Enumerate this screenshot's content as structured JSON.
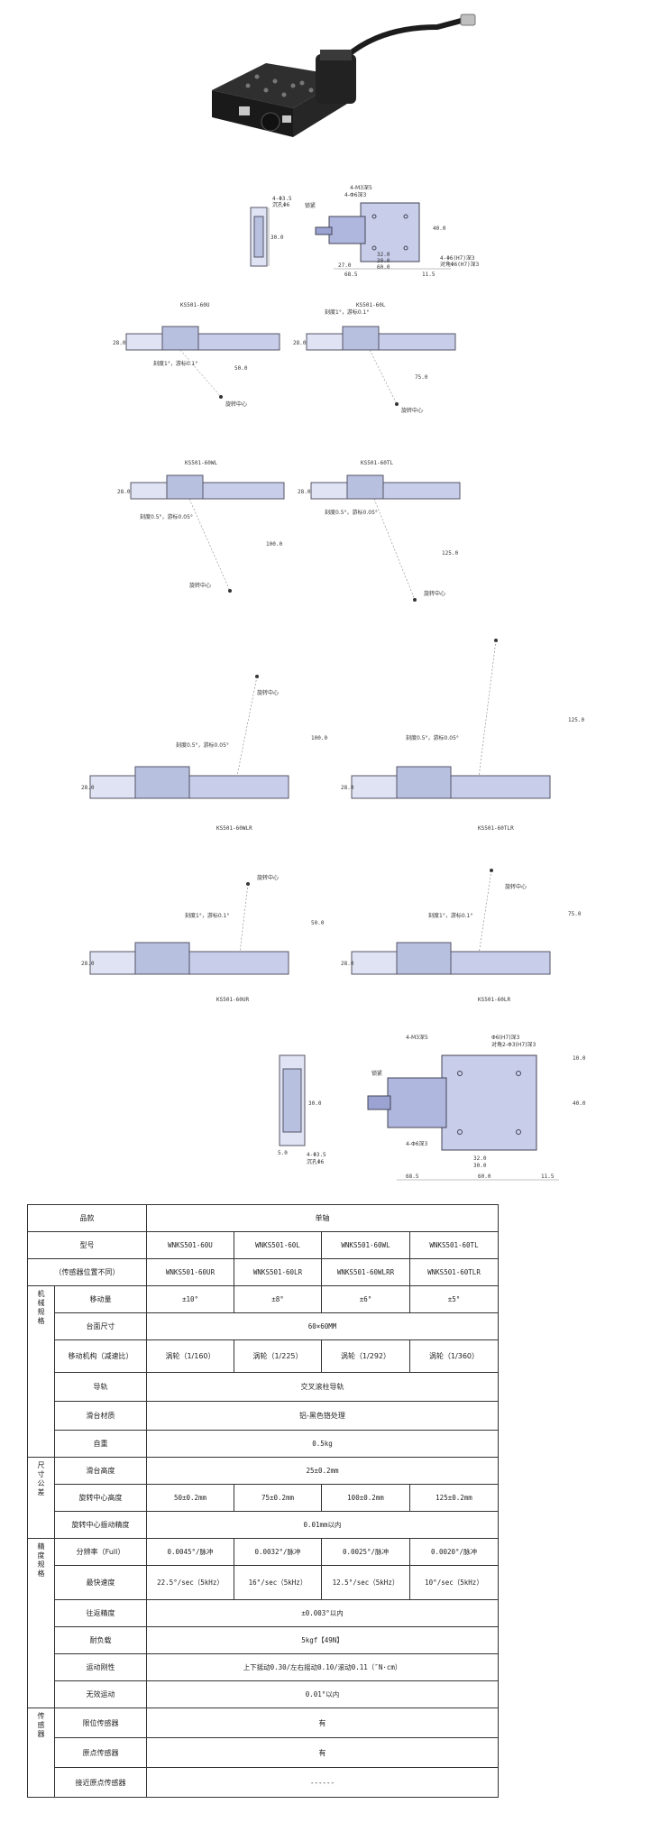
{
  "drawings": {
    "top_view": {
      "side_dims": [
        "4-Φ3.5",
        "沉孔Φ6",
        "30.0"
      ],
      "labels": [
        "4-M3深5",
        "4-Φ6深3",
        "锁紧",
        "4-M3深5"
      ],
      "dims": [
        "27.0",
        "32.0",
        "30.0",
        "60.0",
        "68.5",
        "11.5",
        "40.0",
        "4-Φ6(H7)深3",
        "对角Φ6(H7)深3"
      ]
    },
    "u_pair": {
      "left_title": "KS501-60U",
      "right_title": "KS501-60L",
      "left_notes": [
        "刻度1°，游标0.1°",
        "旋转中心",
        "50.0",
        "28.0"
      ],
      "right_notes": [
        "刻度1°，游标0.1°",
        "旋转中心",
        "75.0",
        "28.0"
      ]
    },
    "wl_pair": {
      "left_title": "KS501-60WL",
      "right_title": "KS501-60TL",
      "left_notes": [
        "刻度0.5°，游标0.05°",
        "旋转中心",
        "100.0",
        "28.0"
      ],
      "right_notes": [
        "刻度0.5°，游标0.05°",
        "旋转中心",
        "125.0",
        "28.0"
      ]
    },
    "wlr_pair": {
      "left_title": "KS501-60WLR",
      "right_title": "KS501-60TLR",
      "left_notes": [
        "旋转中心",
        "刻度0.5°，游标0.05°",
        "100.0",
        "28.0"
      ],
      "right_notes": [
        "刻度0.5°，游标0.05°",
        "125.0",
        "28.0"
      ]
    },
    "ur_pair": {
      "left_title": "KS501-60UR",
      "right_title": "KS501-60LR",
      "left_notes": [
        "旋转中心",
        "刻度1°，游标0.1°",
        "50.0",
        "28.0"
      ],
      "right_notes": [
        "旋转中心",
        "刻度1°，游标0.1°",
        "75.0",
        "28.0"
      ]
    },
    "bottom_view": {
      "side_dims": [
        "4-Φ3.5",
        "沉孔Φ6",
        "30.0",
        "5.0"
      ],
      "labels": [
        "4-M3深5",
        "Φ6(H7)深3",
        "对角2-Φ3(H7)深3",
        "锁紧",
        "4-Φ6深3"
      ],
      "dims": [
        "32.0",
        "30.0",
        "60.0",
        "68.5",
        "11.5",
        "40.0",
        "10.0"
      ]
    }
  },
  "table": {
    "row_type": {
      "label": "品款",
      "value": "单轴"
    },
    "row_model": {
      "label": "型号",
      "values": [
        "WNKS501-60U",
        "WNKS501-60L",
        "WNKS501-60WL",
        "WNKS501-60TL"
      ]
    },
    "row_model_sensor": {
      "label": "（传感器位置不同）",
      "values": [
        "WNKS501-60UR",
        "WNKS501-60LR",
        "WNKS501-60WLRR",
        "WNKS501-60TLR"
      ]
    },
    "group_mech": "机械规格",
    "row_travel": {
      "label": "移动量",
      "values": [
        "±10°",
        "±8°",
        "±6°",
        "±5°"
      ]
    },
    "row_table_size": {
      "label": "台面尺寸",
      "value": "60×60MM"
    },
    "row_mechanism": {
      "label": "移动机构（减速比）",
      "values": [
        "涡轮（1/160）",
        "涡轮（1/225）",
        "涡轮（1/292）",
        "涡轮（1/360）"
      ]
    },
    "row_guide": {
      "label": "导轨",
      "value": "交叉滚柱导轨"
    },
    "row_material": {
      "label": "滑台材质",
      "value": "铝-黑色铬处理"
    },
    "row_weight": {
      "label": "自重",
      "value": "0.5kg"
    },
    "group_dim": "尺寸公差",
    "row_height": {
      "label": "滑台高度",
      "value": "25±0.2mm"
    },
    "row_center_height": {
      "label": "旋转中心高度",
      "values": [
        "50±0.2mm",
        "75±0.2mm",
        "100±0.2mm",
        "125±0.2mm"
      ]
    },
    "row_center_precision": {
      "label": "旋转中心振动精度",
      "value": "0.01mm以内"
    },
    "group_precision": "精度规格",
    "row_resolution": {
      "label": "分辨率（Full）",
      "values": [
        "0.0045°/脉冲",
        "0.0032°/脉冲",
        "0.0025°/脉冲",
        "0.0020°/脉冲"
      ]
    },
    "row_speed": {
      "label": "最快速度",
      "values": [
        "22.5°/sec（5kHz）",
        "16°/sec（5kHz）",
        "12.5°/sec（5kHz）",
        "10°/sec（5kHz）"
      ]
    },
    "row_repeat": {
      "label": "往返精度",
      "value": "±0.003°以内"
    },
    "row_load": {
      "label": "耐负载",
      "value": "5kgf【49N】"
    },
    "row_moment": {
      "label": "运动刚性",
      "value": "上下摇动0.30/左右摇动0.10/滚动0.11（″N·cm）"
    },
    "row_backlash": {
      "label": "无效运动",
      "value": "0.01°以内"
    },
    "group_sensor": "传感器",
    "row_limit": {
      "label": "限位传感器",
      "value": "有"
    },
    "row_origin": {
      "label": "原点传感器",
      "value": "有"
    },
    "row_near_origin": {
      "label": "接近原点传感器",
      "value": "------"
    }
  }
}
